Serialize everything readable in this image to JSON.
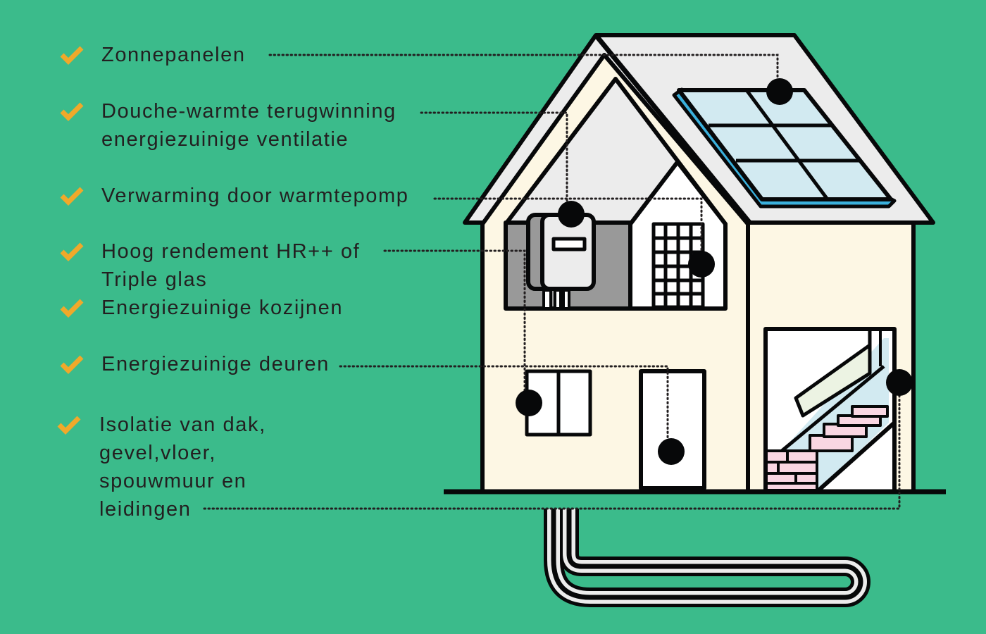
{
  "colors": {
    "background": "#3bbb8b",
    "check": "#f0a92a",
    "text": "#231f20",
    "wall": "#fdf7e4",
    "roof": "#ececec",
    "panel": "#d2eaf1",
    "panel_edge": "#3ab0dc",
    "brick": "#f9d6e2",
    "dark_room": "#999999"
  },
  "items": [
    {
      "icon": "check-icon",
      "lines": [
        "Zonnepanelen"
      ]
    },
    {
      "icon": "check-icon",
      "lines": [
        "Douche-warmte terugwinning",
        "energiezuinige ventilatie"
      ]
    },
    {
      "icon": "check-icon",
      "lines": [
        "Verwarming door warmtepomp"
      ]
    },
    {
      "icon": "check-icon",
      "lines": [
        "Hoog rendement HR++ of",
        "Triple glas"
      ]
    },
    {
      "icon": "check-icon",
      "lines": [
        "Energiezuinige kozijnen"
      ]
    },
    {
      "icon": "check-icon",
      "lines": [
        "Energiezuinige deuren"
      ]
    },
    {
      "icon": "check-icon",
      "lines": [
        "Isolatie van dak,",
        "gevel,vloer,",
        "spouwmuur en",
        "leidingen"
      ]
    }
  ]
}
